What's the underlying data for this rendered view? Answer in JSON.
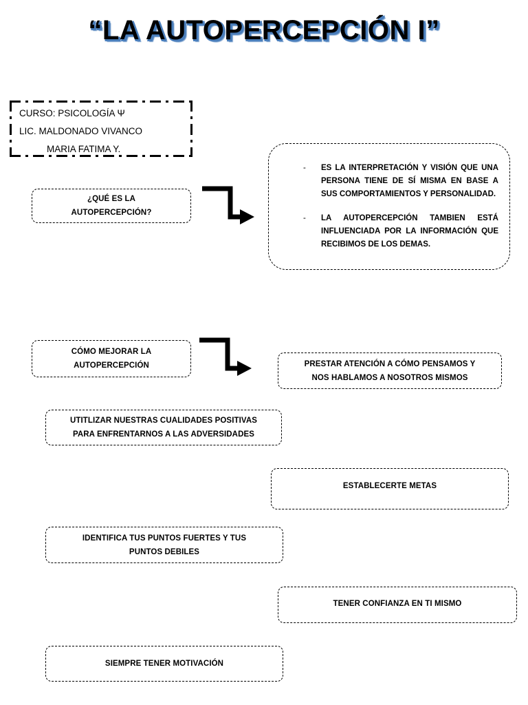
{
  "title": "“LA AUTOPERCEPCIÓN I”",
  "colors": {
    "title_text": "#000000",
    "title_shadow": "#4a7ebb",
    "box_border": "#000000",
    "page_background": "#ffffff"
  },
  "course_info": {
    "lines": [
      "CURSO: PSICOLOGÍA Ψ",
      "LIC. MALDONADO VIVANCO",
      "MARIA FATIMA Y."
    ]
  },
  "flow": {
    "question": {
      "label": "¿QUÉ ES LA\nAUTOPERCEPCIÓN?"
    },
    "answer": {
      "bullet_marker": "-",
      "items": [
        "ES LA INTERPRETACIÓN Y VISIÓN QUE UNA PERSONA TIENE DE SÍ MISMA EN BASE A SUS COMPORTAMIENTOS Y PERSONALIDAD.",
        "LA AUTOPERCEPCIÓN TAMBIEN ESTÁ INFLUENCIADA POR LA INFORMACIÓN QUE RECIBIMOS DE LOS DEMAS."
      ]
    },
    "improve": {
      "label": "CÓMO MEJORAR LA\nAUTOPERCEPCIÓN"
    },
    "tips": [
      {
        "id": "attention",
        "label": "PRESTAR ATENCIÓN A CÓMO PENSAMOS Y\nNOS HABLAMOS A NOSOTROS MISMOS"
      },
      {
        "id": "qualities",
        "label": "UTITLIZAR NUESTRAS CUALIDADES POSITIVAS\nPARA ENFRENTARNOS A LAS ADVERSIDADES"
      },
      {
        "id": "goals",
        "label": "ESTABLECERTE METAS"
      },
      {
        "id": "identify",
        "label": "IDENTIFICA TUS PUNTOS FUERTES Y TUS\nPUNTOS DEBILES"
      },
      {
        "id": "confidence",
        "label": "TENER CONFIANZA EN TI MISMO"
      },
      {
        "id": "motivation",
        "label": "SIEMPRE TENER MOTIVACIÓN"
      }
    ]
  },
  "connectors": [
    {
      "id": "arrow-question-to-answer",
      "type": "elbow-arrow-right"
    },
    {
      "id": "arrow-improve-to-tips",
      "type": "elbow-arrow-right"
    }
  ]
}
